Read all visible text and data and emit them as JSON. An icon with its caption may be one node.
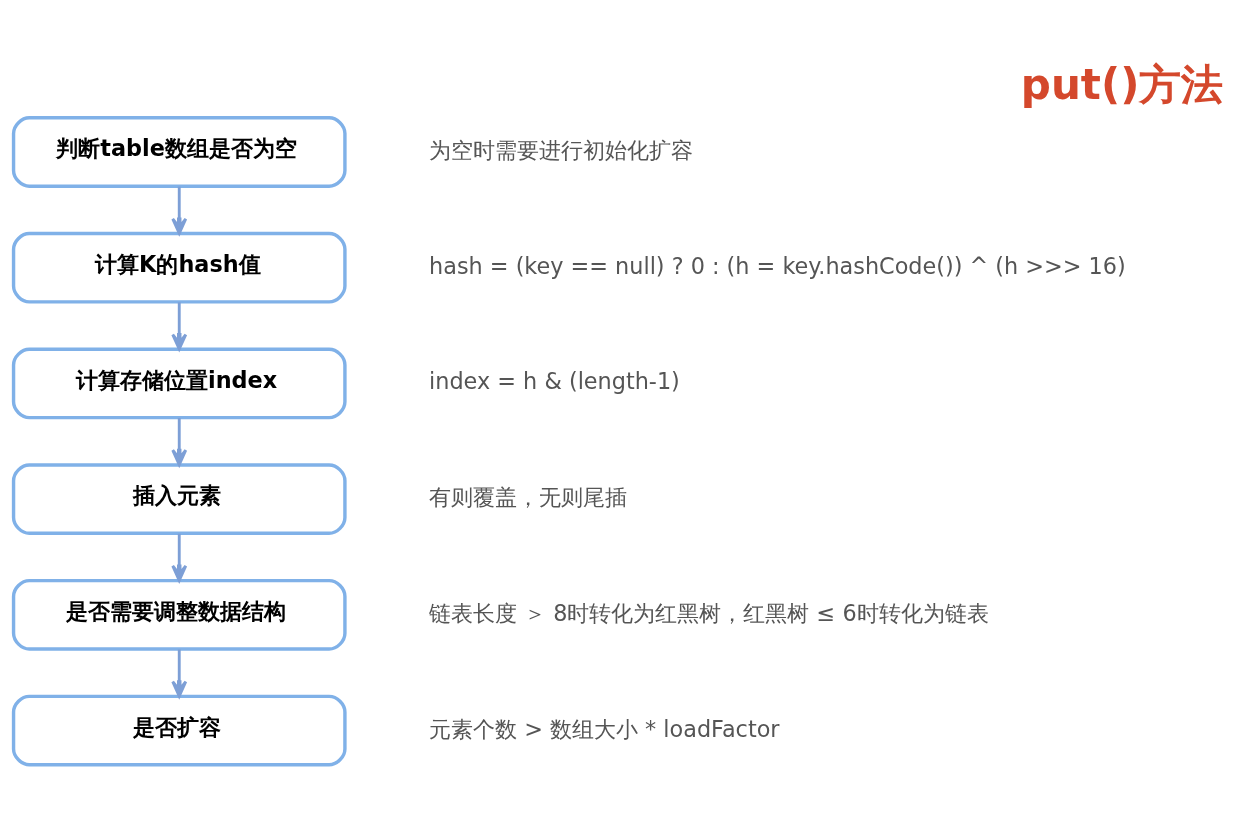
{
  "diagram": {
    "title": "put()方法",
    "nodes": [
      {
        "text": [
          "判断table数组是否为空"
        ],
        "beside": [
          "为空时需要进行初始化扩容"
        ]
      },
      {
        "text": [
          "计算K的hash值"
        ],
        "beside": [
          "hash = (key == null) ? 0 : (h = key.hashCode()) ^ (h >>> 16)"
        ]
      },
      {
        "text": [
          "计算存储位置index"
        ],
        "beside": [
          "index = h & (length-1)"
        ]
      },
      {
        "text": [
          "插入元素"
        ],
        "beside": [
          "有则覆盖，无则尾插"
        ]
      },
      {
        "text": [
          "是否需要调整数据结构"
        ],
        "beside": [
          "链表长度 ＞ 8时转化为红黑树，红黑树 ≤ 6时转化为链表"
        ]
      },
      {
        "text": [
          "是否扩容"
        ],
        "beside": [
          "元素个数 > 数组大小 * loadFactor"
        ]
      }
    ],
    "edges": [
      {
        "from": 0,
        "to": 1,
        "arrow": "to"
      },
      {
        "from": 1,
        "to": 2,
        "arrow": "to"
      },
      {
        "from": 2,
        "to": 3,
        "arrow": "to"
      },
      {
        "from": 3,
        "to": 4,
        "arrow": "to"
      },
      {
        "from": 4,
        "to": 5,
        "arrow": "to"
      }
    ]
  }
}
